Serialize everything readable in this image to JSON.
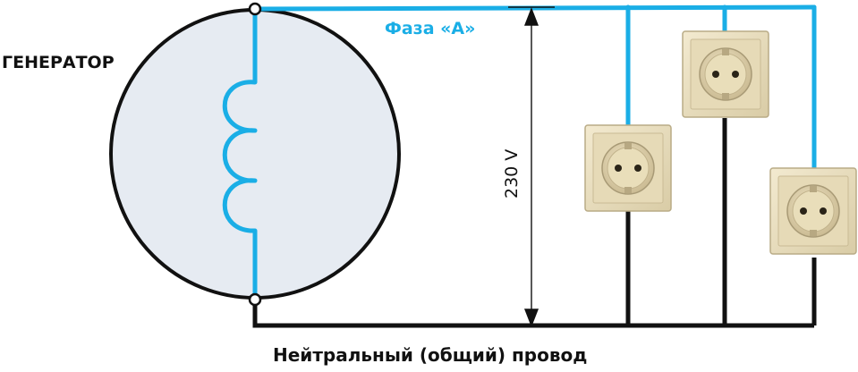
{
  "labels": {
    "generator": "ГЕНЕРАТОР",
    "phase": "Фаза «А»",
    "voltage": "230 V",
    "neutral": "Нейтральный (общий) провод"
  },
  "colors": {
    "phase_wire": "#1aaee6",
    "neutral_wire": "#111111",
    "generator_fill": "#e6ebf2",
    "socket_frame": "#ede2c4",
    "socket_face": "#e3d6b1",
    "socket_shadow": "#b8a985"
  },
  "sockets": [
    {
      "name": "socket-1"
    },
    {
      "name": "socket-2"
    },
    {
      "name": "socket-3"
    }
  ]
}
